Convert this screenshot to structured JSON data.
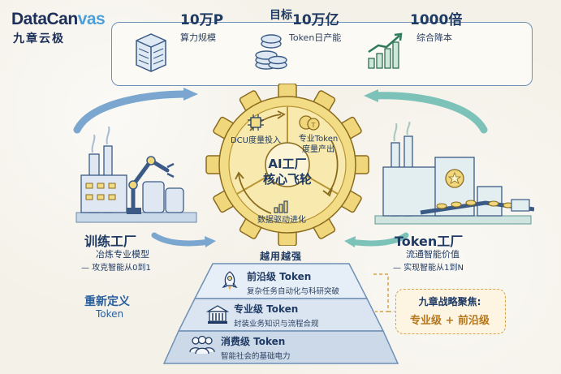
{
  "logo": {
    "brand_prefix": "DataCan",
    "brand_suffix": "vas",
    "chinese_name": "九章云极"
  },
  "goals": {
    "title": "目标",
    "items": [
      {
        "icon": "server-rack-icon",
        "value": "10万P",
        "label": "算力规模"
      },
      {
        "icon": "coin-stack-icon",
        "value": "10万亿",
        "label": "Token日产能"
      },
      {
        "icon": "growth-bars-icon",
        "value": "1000倍",
        "label": "综合降本"
      }
    ]
  },
  "flywheel": {
    "hub": "AI工厂\n核心飞轮",
    "segments": [
      {
        "icon": "chip-icon",
        "label": "DCU度量投入"
      },
      {
        "icon": "token-coins-icon",
        "label": "专业Token\n度量产出"
      },
      {
        "icon": "bar-chart-icon",
        "label": "数据驱动进化"
      }
    ]
  },
  "training_factory": {
    "name": "训练工厂",
    "subtitle": "冶炼专业模型",
    "tagline": "— 攻克智能从0到1"
  },
  "token_factory": {
    "name": "Token工厂",
    "subtitle": "流通智能价值",
    "tagline": "— 实现智能从1到N"
  },
  "pyramid": {
    "heading": "越用越强",
    "tiers": [
      {
        "icon": "rocket-icon",
        "title": "前沿级 Token",
        "desc": "复杂任务自动化与科研突破"
      },
      {
        "icon": "building-icon",
        "title": "专业级 Token",
        "desc": "封装业务知识与流程合规"
      },
      {
        "icon": "people-icon",
        "title": "消费级 Token",
        "desc": "智能社会的基础电力"
      }
    ]
  },
  "redefine": {
    "line1": "重新定义",
    "line2": "Token"
  },
  "focus": {
    "title": "九章战略聚焦:",
    "value": "专业级 + 前沿级"
  },
  "colors": {
    "navy": "#1f3a63",
    "gold": "#e8c95a",
    "blue_arrow": "#7aa6cf",
    "teal_arrow": "#7cc2b8",
    "focus_gold": "#b5761a"
  }
}
